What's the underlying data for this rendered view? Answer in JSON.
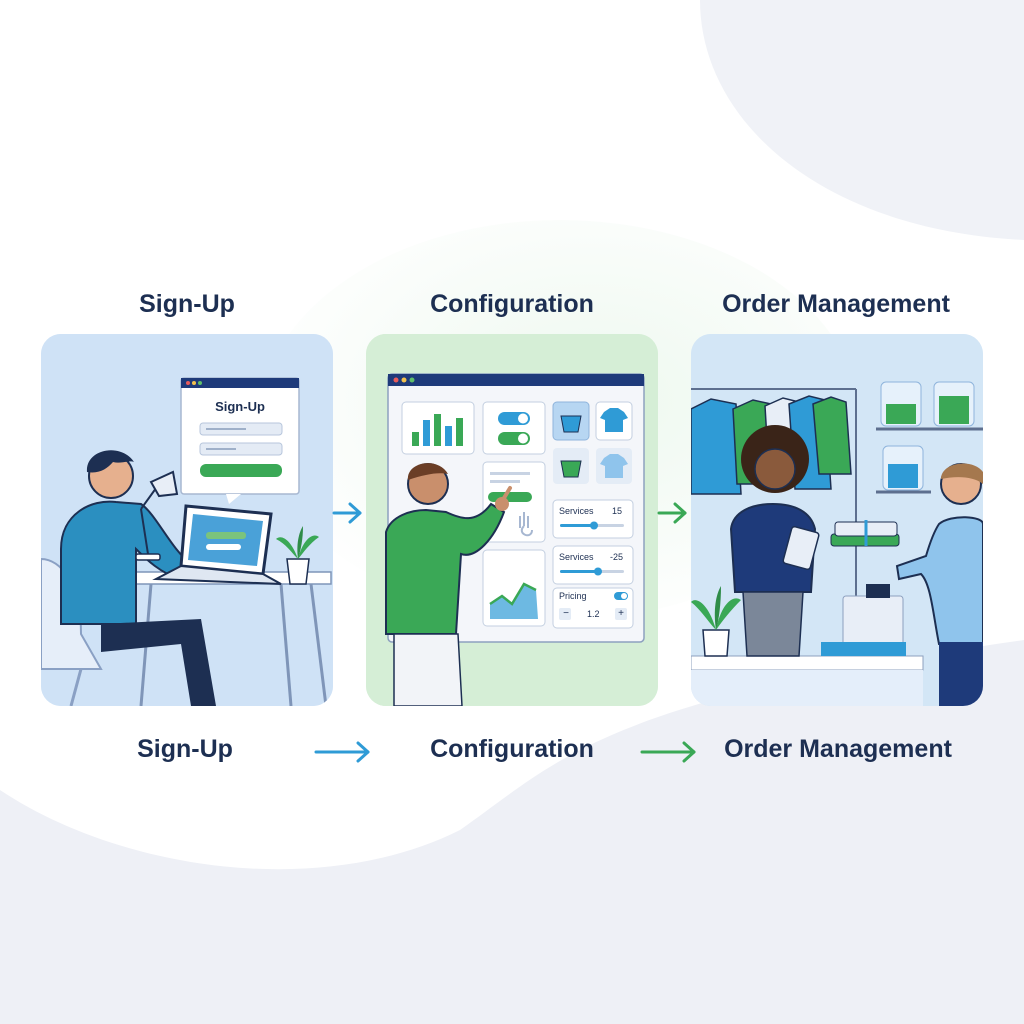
{
  "steps": [
    {
      "title": "Sign-Up",
      "caption": "Sign-Up"
    },
    {
      "title": "Configuration",
      "caption": "Configuration"
    },
    {
      "title": "Order Management",
      "caption": "Order Management"
    }
  ],
  "signup_panel": {
    "form_title": "Sign-Up"
  },
  "config_panel": {
    "services_1_label": "Services",
    "services_1_value": "15",
    "services_2_label": "Services",
    "services_2_value": "-25",
    "pricing_label": "Pricing",
    "pricing_value": "1.2",
    "minus_symbol": "−",
    "plus_symbol": "+"
  },
  "colors": {
    "navy": "#1d2f52",
    "blue_accent": "#2f9bd6",
    "green_accent": "#3aa856",
    "signup_bg": "#d3e4f7",
    "config_bg": "#d7efd8",
    "order_bg": "#d6e8f7"
  },
  "icons": [
    "arrow-right-icon",
    "bar-chart-icon",
    "toggle-icon",
    "basket-icon",
    "tshirt-icon",
    "line-chart-icon",
    "lamp-icon",
    "plant-icon",
    "laptop-icon"
  ]
}
